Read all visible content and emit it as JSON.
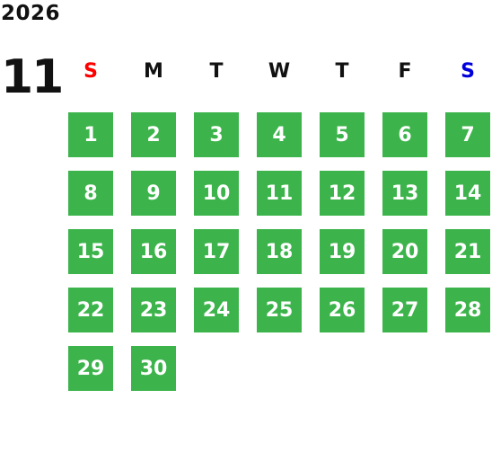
{
  "calendar": {
    "year": "2026",
    "month": "11",
    "accent_color": "#3cb44b",
    "sunday_color": "#ff0000",
    "saturday_color": "#0000dd",
    "weekdays": [
      "S",
      "M",
      "T",
      "W",
      "T",
      "F",
      "S"
    ],
    "days": [
      "1",
      "2",
      "3",
      "4",
      "5",
      "6",
      "7",
      "8",
      "9",
      "10",
      "11",
      "12",
      "13",
      "14",
      "15",
      "16",
      "17",
      "18",
      "19",
      "20",
      "21",
      "22",
      "23",
      "24",
      "25",
      "26",
      "27",
      "28",
      "29",
      "30"
    ]
  }
}
